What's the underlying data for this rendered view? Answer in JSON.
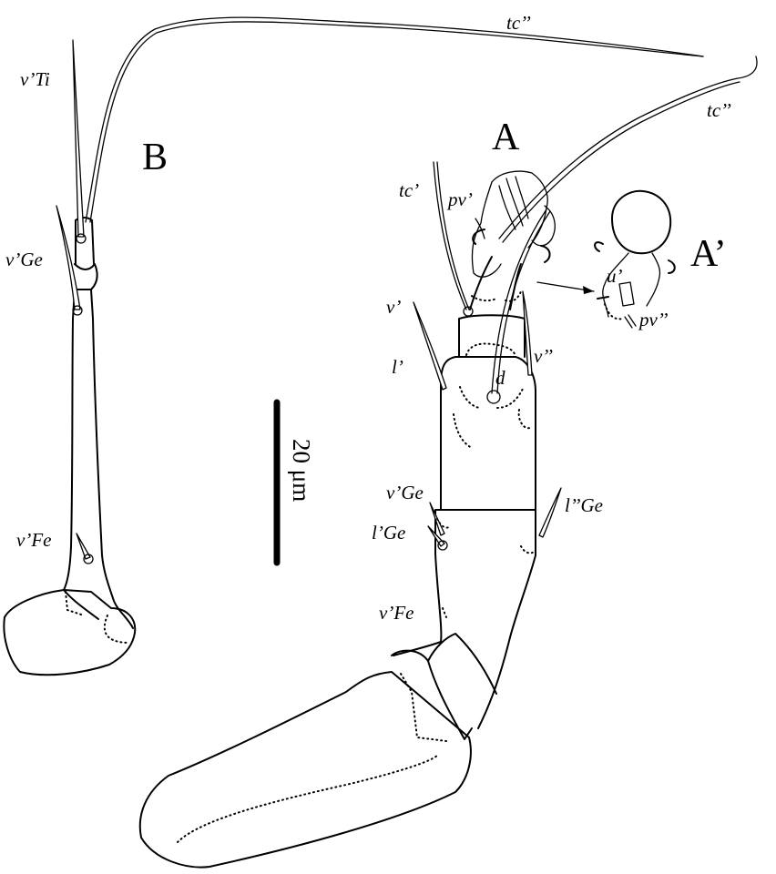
{
  "figure": {
    "panel_labels": {
      "a": "A",
      "b": "B",
      "a_prime": "A’"
    },
    "scale_bar": {
      "label": "20 μm"
    },
    "setae": {
      "a": {
        "tc_dprime_upper": "tc’’",
        "tc_dprime_right": "tc’’",
        "tc_prime": "tc’",
        "pv_prime": "pv’",
        "v_prime": "v’",
        "v_dprime": "v’’",
        "l_prime": "l’",
        "d": "d",
        "v_prime_ge": "v’Ge",
        "l_prime_ge": "l’Ge",
        "l_dprime_ge": "l’’Ge",
        "v_prime_fe": "v’Fe"
      },
      "b": {
        "v_prime_ti": "v’Ti",
        "v_prime_ge": "v’Ge",
        "v_prime_fe": "v’Fe"
      },
      "a_prime": {
        "u_prime": "u’",
        "pv_dprime": "pv’’"
      }
    }
  }
}
